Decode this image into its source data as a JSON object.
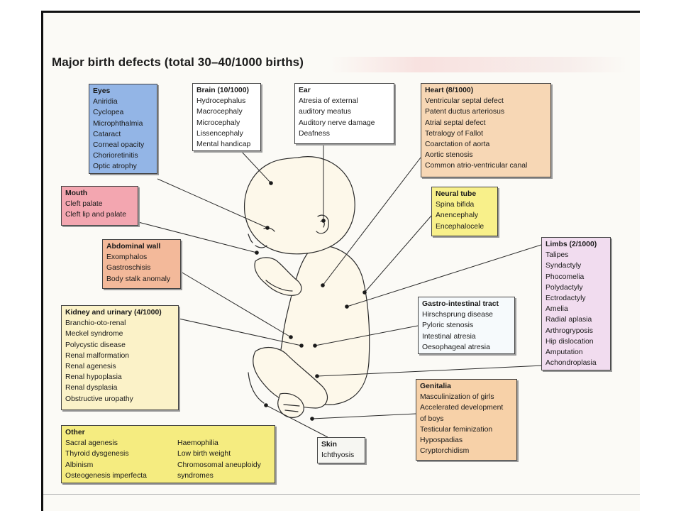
{
  "title": "Major birth defects (total 30–40/1000 births)",
  "colors": {
    "eyes": "#93b5e6",
    "mouth": "#f3a6b0",
    "abdominal": "#f3b99a",
    "kidney": "#fbf2c8",
    "other": "#f5ec80",
    "brain": "#ffffff",
    "ear": "#ffffff",
    "heart": "#f7d7b5",
    "neural": "#f8f08a",
    "limbs": "#f1dcef",
    "gi": "#f6fafc",
    "genitalia": "#f7d1a8",
    "skin": "#f6f6f2",
    "line": "#2a2a2a"
  },
  "boxes": {
    "eyes": {
      "header": "Eyes",
      "items": [
        "Aniridia",
        "Cyclopea",
        "Microphthalmia",
        "Cataract",
        "Corneal opacity",
        "Chorioretinitis",
        "Optic atrophy"
      ]
    },
    "brain": {
      "header": "Brain (10/1000)",
      "items": [
        "Hydrocephalus",
        "Macrocephaly",
        "Microcephaly",
        "Lissencephaly",
        "Mental handicap"
      ]
    },
    "ear": {
      "header": "Ear",
      "items": [
        "Atresia of external",
        "auditory meatus",
        "Auditory nerve damage",
        "Deafness"
      ]
    },
    "heart": {
      "header": "Heart (8/1000)",
      "items": [
        "Ventricular septal defect",
        "Patent ductus arteriosus",
        "Atrial septal defect",
        "Tetralogy of Fallot",
        "Coarctation of aorta",
        "Aortic stenosis",
        "Common atrio-ventricular canal"
      ]
    },
    "mouth": {
      "header": "Mouth",
      "items": [
        "Cleft palate",
        "Cleft lip and palate"
      ]
    },
    "neural": {
      "header": "Neural tube",
      "items": [
        "Spina bifida",
        "Anencephaly",
        "Encephalocele"
      ]
    },
    "abdominal": {
      "header": "Abdominal wall",
      "items": [
        "Exomphalos",
        "Gastroschisis",
        "Body stalk anomaly"
      ]
    },
    "limbs": {
      "header": "Limbs (2/1000)",
      "items": [
        "Talipes",
        "Syndactyly",
        "Phocomelia",
        "Polydactyly",
        "Ectrodactyly",
        "Amelia",
        "Radial aplasia",
        "Arthrogryposis",
        "Hip dislocation",
        "Amputation",
        "Achondroplasia"
      ]
    },
    "kidney": {
      "header": "Kidney and urinary (4/1000)",
      "items": [
        "Branchio-oto-renal",
        "Meckel syndrome",
        "Polycystic disease",
        "Renal malformation",
        "Renal agenesis",
        "Renal hypoplasia",
        "Renal dysplasia",
        "Obstructive uropathy"
      ]
    },
    "gi": {
      "header": "Gastro-intestinal tract",
      "items": [
        "Hirschsprung disease",
        "Pyloric stenosis",
        "Intestinal atresia",
        "Oesophageal atresia"
      ]
    },
    "genitalia": {
      "header": "Genitalia",
      "items": [
        "Masculinization of girls",
        "Accelerated development",
        "of boys",
        "Testicular feminization",
        "Hypospadias",
        "Cryptorchidism"
      ]
    },
    "skin": {
      "header": "Skin",
      "items": [
        "Ichthyosis"
      ]
    },
    "other": {
      "header": "Other",
      "col1": [
        "Sacral agenesis",
        "Thyroid dysgenesis",
        "Albinism",
        "Osteogenesis imperfecta"
      ],
      "col2": [
        "Haemophilia",
        "Low birth weight",
        "Chromosomal aneuploidy",
        "  syndromes"
      ]
    }
  }
}
